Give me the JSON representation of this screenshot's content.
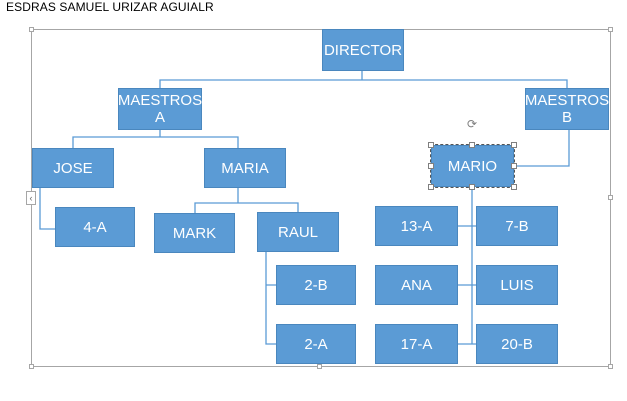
{
  "document": {
    "title": "ESDRAS SAMUEL URIZAR AGUIALR"
  },
  "colors": {
    "node_fill": "#5b9bd5",
    "node_text": "#ffffff",
    "connector": "#5b9bd5",
    "frame": "#a6a6a6"
  },
  "icons": {
    "rotate": "rotate-handle-icon",
    "collapse": "chevron-left-icon"
  },
  "collapse_glyph": "‹",
  "rotate_glyph": "⟳",
  "org_chart": {
    "director": "DIRECTOR",
    "maestros_a": [
      "MAESTROS",
      "A"
    ],
    "maestros_b": [
      "MAESTROS",
      "B"
    ],
    "jose": "JOSE",
    "maria": "MARIA",
    "mario": "MARIO",
    "jose_4a": "4-A",
    "mark": "MARK",
    "raul": "RAUL",
    "raul_2b": "2-B",
    "raul_2a": "2-A",
    "mario_13a": "13-A",
    "mario_7b": "7-B",
    "ana": "ANA",
    "luis": "LUIS",
    "mario_17a": "17-A",
    "mario_20b": "20-B"
  },
  "selected_node": "MARIO"
}
